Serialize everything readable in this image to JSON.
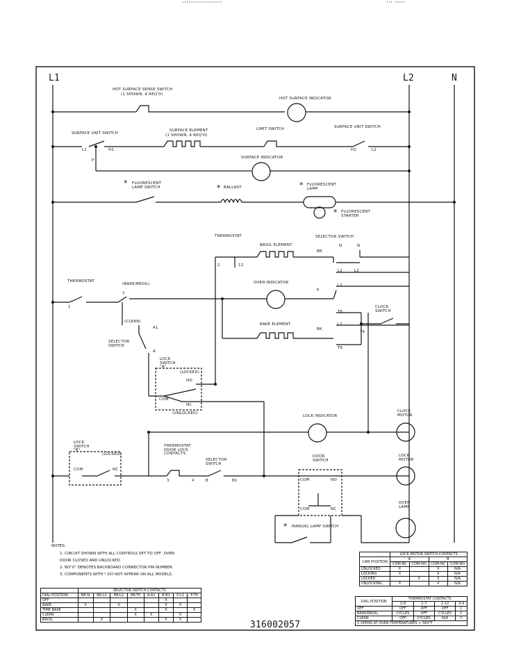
{
  "header": {
    "left": "···················",
    "right": "··· ·····"
  },
  "rails": {
    "l1": "L1",
    "l2": "L2",
    "n": "N"
  },
  "components": {
    "hot_surface_sense_switch": "HOT SURFACE SENSE SWITCH",
    "hot_surface_sense_switch_note": "(1 SHOWN, 4 REQ'D)",
    "hot_surface_indicator": "HOT SURFACE INDICATOR",
    "surface_unit_switch_left": "SURFACE UNIT SWITCH",
    "surface_element": "SURFACE ELEMENT",
    "surface_element_note": "(1 SHOWN, 4 REQ'D)",
    "limit_switch": "LIMIT SWITCH",
    "surface_unit_switch_right": "SURFACE UNIT SWITCH",
    "surface_indicator": "SURFACE INDICATOR",
    "fluorescent_lamp_switch": "FLUORESCENT LAMP SWITCH",
    "ballast": "BALLAST",
    "fluorescent_lamp": "FLUORESCENT LAMP",
    "fluorescent_starter": "FLUORESCENT STARTER",
    "thermostat_top": "THERMOSTAT",
    "broil_element": "BROIL ELEMENT",
    "selector_switch_top": "SELECTOR SWITCH",
    "thermostat_left": "THERMOSTAT",
    "bake_broil": "(BAKE/BROIL)",
    "oven_indicator": "OVEN INDICATOR",
    "clock_switch": "CLOCK SWITCH",
    "clean": "(CLEAN)",
    "bake_element": "BAKE ELEMENT",
    "selector_switch_left": "SELECTOR SWITCH",
    "lock_switch_a": "LOCK SWITCH \"A\"",
    "locked": "(LOCKED)",
    "unlocked": "(UNLOCKED)",
    "lock_indicator": "LOCK INDICATOR",
    "clock_motor": "CLOCK MOTOR",
    "lock_switch_b": "LOCK SWITCH \"B\"",
    "locked_b": "(LOCKED)",
    "thermostat_door_lock_contacts": "THERMOSTAT DOOR LOCK CONTACTS",
    "selector_switch_mid": "SELECTOR SWITCH",
    "door_switch": "DOOR SWITCH",
    "lock_motor": "LOCK MOTOR",
    "oven_lamp": "OVEN LAMP",
    "manual_lamp_switch": "MANUAL LAMP SWITCH"
  },
  "terminals": {
    "l1": "L1",
    "h1": "H1",
    "p": "P",
    "h2": "H2",
    "l2": "L2",
    "t2": "2",
    "t12": "12",
    "br": "BR",
    "n1": "N",
    "n2": "N",
    "tl2a": "L2",
    "tl2b": "L2",
    "t1": "1",
    "t7": "7",
    "tp": "P",
    "tl2c": "L2",
    "tt6": "T6",
    "tl2d": "L2",
    "tbk": "BK",
    "tt6b": "T6",
    "tt6c": "T6",
    "ta1": "A1",
    "ta": "A",
    "no": "NO",
    "com": "COM",
    "nc": "NC",
    "com_b": "COM",
    "nc_b": "NC",
    "t3": "3",
    "t4": "4",
    "tb": "B",
    "tb1": "B1",
    "door_com": "COM",
    "door_no": "NO",
    "door_com2": "COM",
    "door_nc": "NC"
  },
  "notes": {
    "title": "NOTES:",
    "items": [
      "1. CIRCUIT SHOWN WITH ALL CONTROLS SET TO OFF, OVEN",
      "   DOOR CLOSED AND UNLOCKED",
      "2. BO\"X\" DENOTES BACKBOARD CONNECTOR PIN NUMBER.",
      "3. COMPONENTS WITH * DO NOT APPEAR ON ALL MODELS."
    ]
  },
  "lock_motor_table": {
    "title": "LOCK MOTOR SWITCH CONTACTS",
    "col_groups": [
      "A",
      "B"
    ],
    "headers": [
      "CAM POSITION",
      "COM-NC",
      "COM-NO",
      "COM-NC",
      "COM-NO"
    ],
    "rows": [
      [
        "UNLOCKED",
        "X",
        "",
        "X",
        "N/A"
      ],
      [
        "LOCKING",
        "X",
        "",
        "X",
        "N/A"
      ],
      [
        "LOCKED",
        "",
        "X",
        "X",
        "N/A"
      ],
      [
        "UNLOCKING",
        "X",
        "",
        "X",
        "N/A"
      ]
    ]
  },
  "thermostat_table": {
    "title": "THERMOSTAT CONTACTS",
    "headers": [
      "DIAL POSITION",
      "1-8",
      "1-7",
      "2-12",
      "3-4"
    ],
    "rows": [
      [
        "OFF",
        "OFF",
        "OFF",
        "OFF",
        "C"
      ],
      [
        "BAKE/BROIL",
        "CYCLES",
        "OFF",
        "CYCLES",
        "C"
      ],
      [
        "CLEAN",
        "OFF",
        "CYCLES",
        "N/A",
        "C"
      ]
    ],
    "footnote": "X OPENS AT OVEN TEMPERATURES > 560°F"
  },
  "selector_table": {
    "title": "SELECTOR SWITCH CONTACTS",
    "headers": [
      "DIAL POSITION",
      "BR-N",
      "BR-L2",
      "BK-L2",
      "BK-T6",
      "A-A1",
      "B-B1",
      "P-L2",
      "P-T6"
    ],
    "rows": [
      [
        "OFF",
        "",
        "",
        "",
        "",
        "",
        "X",
        "",
        ""
      ],
      [
        "BAKE",
        "X",
        "",
        "X",
        "",
        "",
        "X",
        "X",
        ""
      ],
      [
        "TIME BAKE",
        "",
        "",
        "",
        "X",
        "",
        "X",
        "",
        "X"
      ],
      [
        "CLEAN",
        "",
        "",
        "",
        "X",
        "X",
        "",
        "X",
        ""
      ],
      [
        "BROIL",
        "",
        "X",
        "",
        "",
        "",
        "X",
        "X",
        ""
      ]
    ]
  },
  "part_number": "316002057"
}
